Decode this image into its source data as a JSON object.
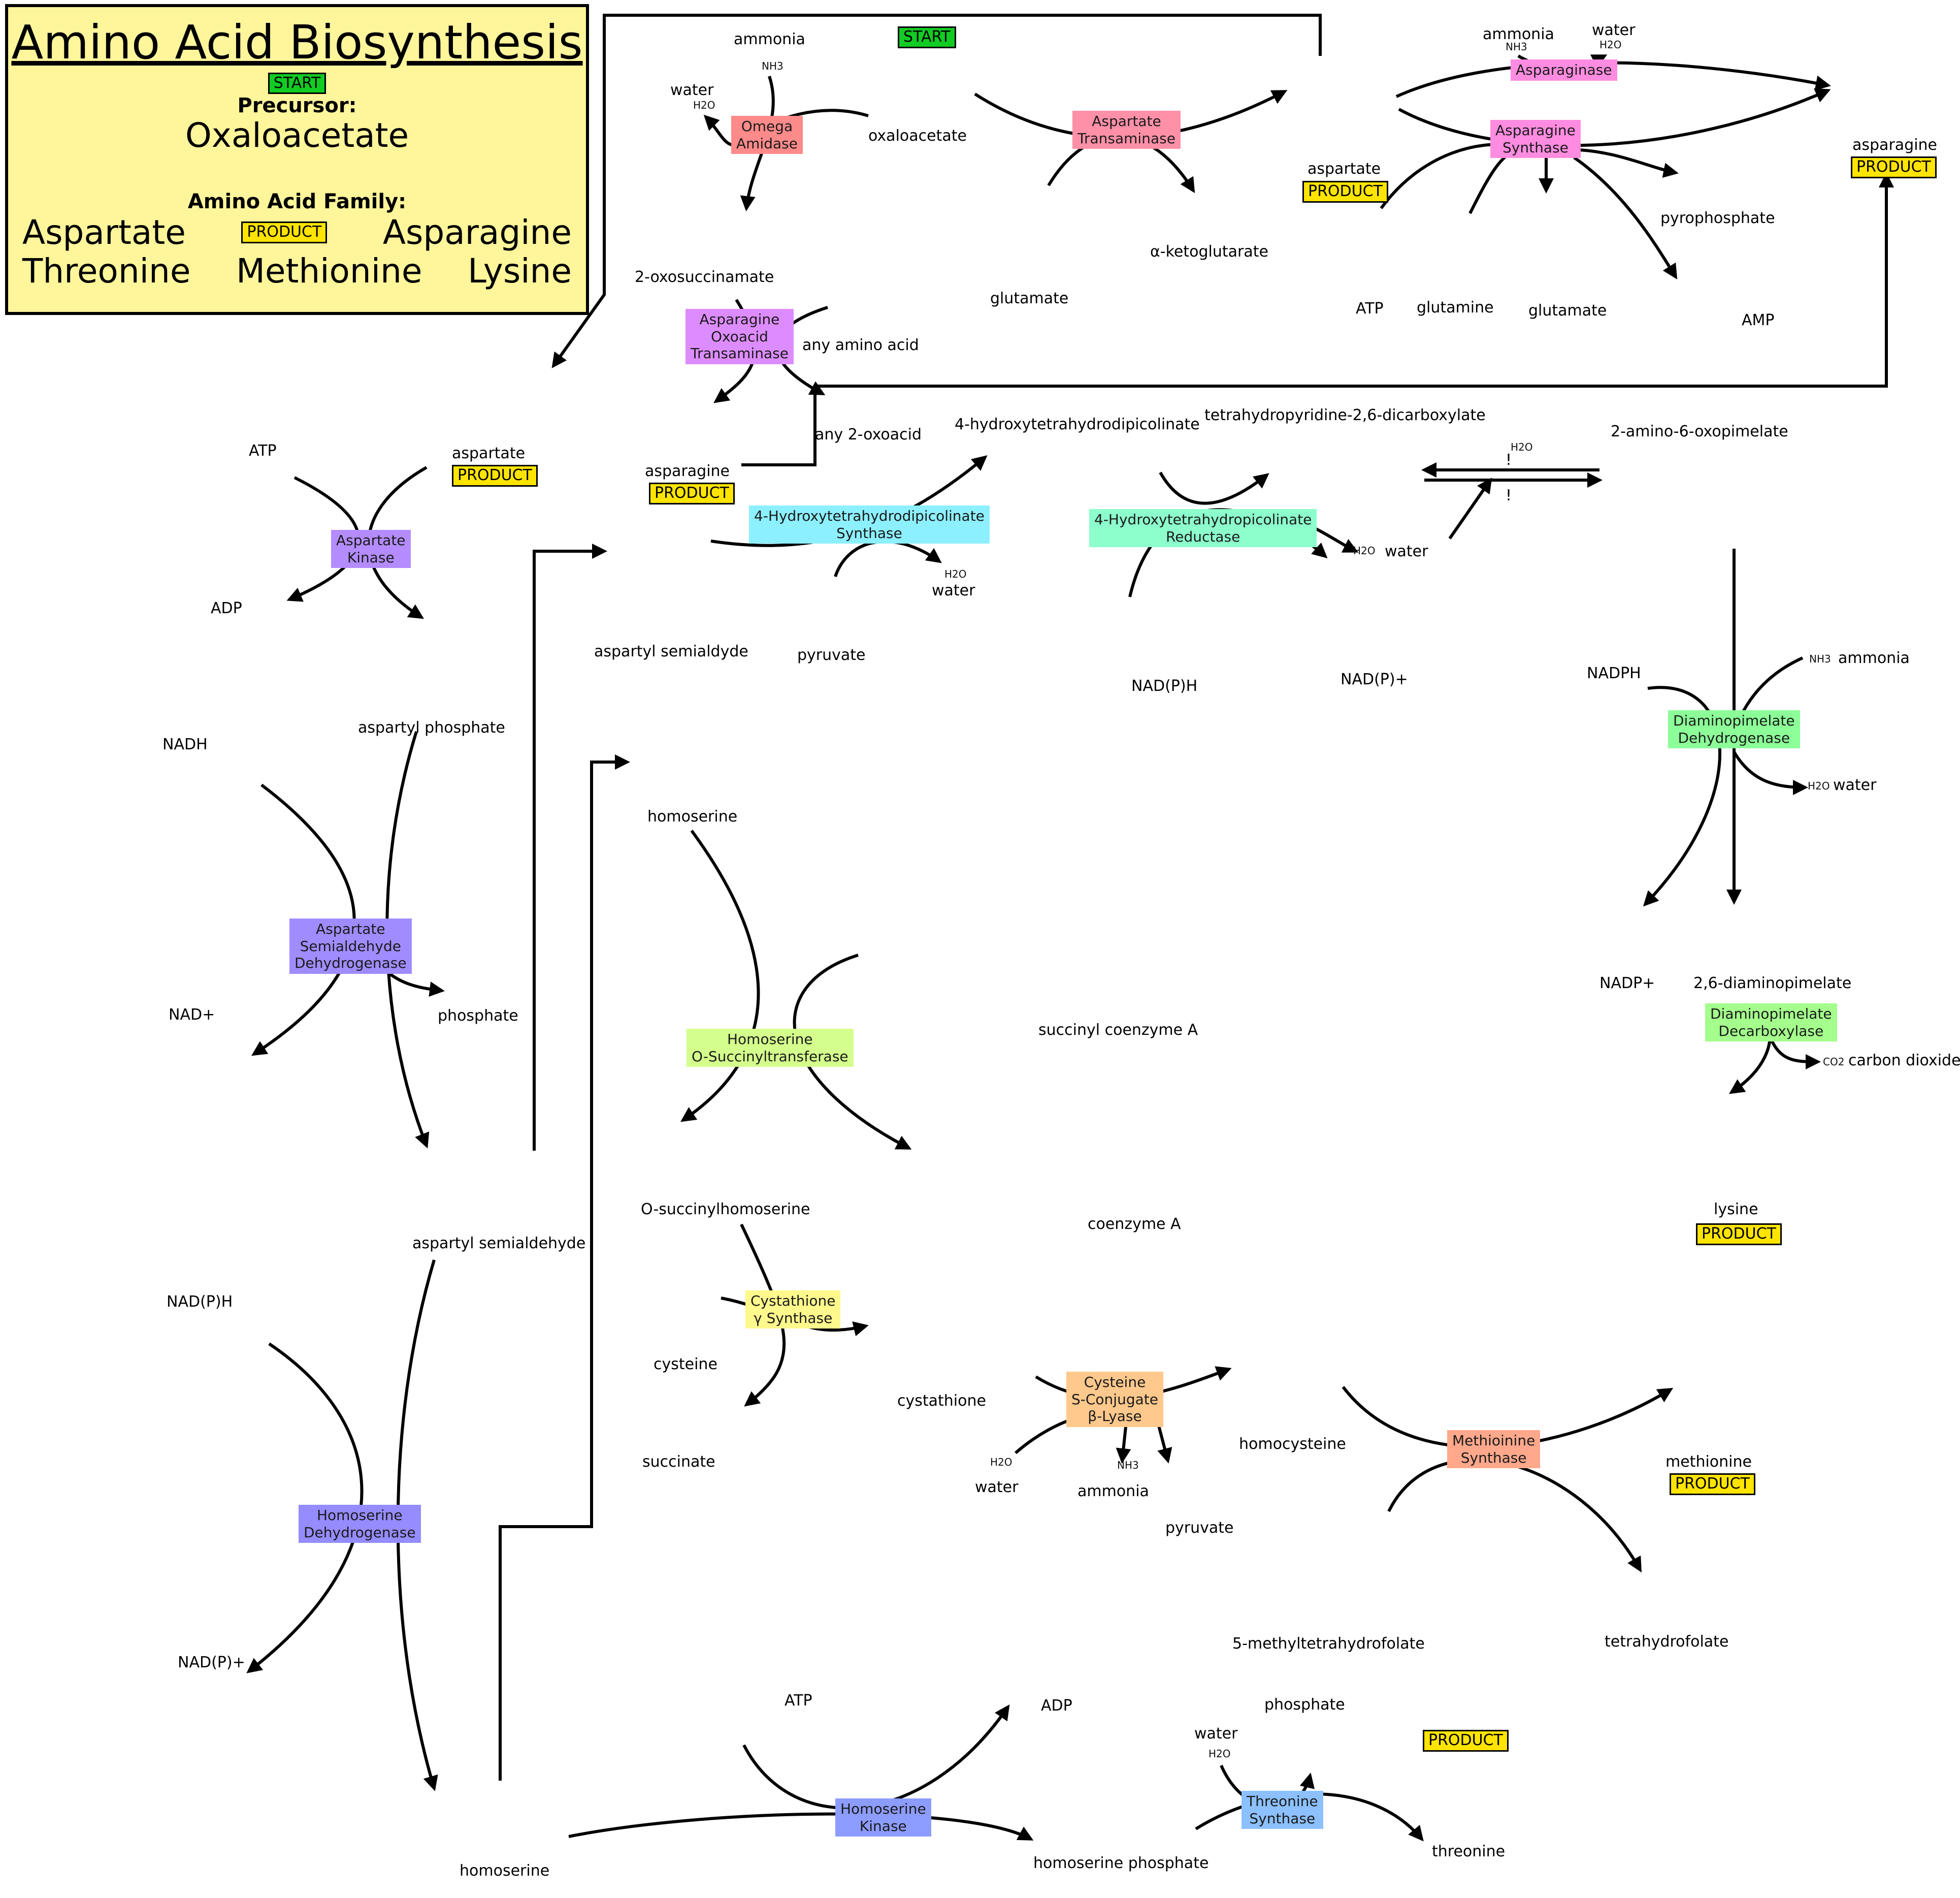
{
  "title_panel": {
    "title": "Amino Acid Biosynthesis",
    "start_badge": "START",
    "precursor_label": "Precursor:",
    "precursor": "Oxaloacetate",
    "family_label": "Amino Acid Family:",
    "family_row1": [
      "Aspartate",
      "Asparagine"
    ],
    "product_badge": "PRODUCT",
    "family_row2": [
      "Threonine",
      "Methionine",
      "Lysine"
    ]
  },
  "badges": {
    "start": "START",
    "product": "PRODUCT"
  },
  "colors": {
    "title_panel_bg": "#fff59b",
    "start_badge": "#11cc22",
    "product_badge": "#ffe400"
  },
  "molecules": {
    "oxaloacetate": "oxaloacetate",
    "ammonia_top": "ammonia",
    "nh3": "NH3",
    "water_top": "water",
    "h2o": "H2O",
    "two_oxosuccinamate": "2-oxosuccinamate",
    "any_amino_acid": "any amino acid",
    "any_2_oxoacid": "any 2-oxoacid",
    "asparagine_mid": "asparagine",
    "glutamate_top": "glutamate",
    "alpha_ketoglutarate": "α-ketoglutarate",
    "aspartate_top": "aspartate",
    "ammonia_asn": "ammonia",
    "water_asn": "water",
    "atp_asn": "ATP",
    "glutamine": "glutamine",
    "glutamate_asn": "glutamate",
    "pyrophosphate": "pyrophosphate",
    "amp": "AMP",
    "asparagine_right": "asparagine",
    "aspartate_left": "aspartate",
    "atp_left": "ATP",
    "adp_left": "ADP",
    "aspartyl_phosphate": "aspartyl phosphate",
    "nadh": "NADH",
    "nad_plus": "NAD+",
    "phosphate_left": "phosphate",
    "aspartyl_semialdehyde": "aspartyl semialdehyde",
    "nadph_left": "NAD(P)H",
    "nadp_plus_left": "NAD(P)+",
    "homoserine_left": "homoserine",
    "aspartyl_semialdyde": "aspartyl semialdyde",
    "pyruvate_mid": "pyruvate",
    "water_mid": "water",
    "hydroxy_thdp": "4-hydroxytetrahydrodipicolinate",
    "thdp": "tetrahydropyridine-2,6-dicarboxylate",
    "water_red": "water",
    "nadph_mid": "NAD(P)H",
    "nadp_plus_mid": "NAD(P)+",
    "amino_oxopimelate": "2-amino-6-oxopimelate",
    "reversible_mark": "!",
    "nadph_right": "NADPH",
    "ammonia_right": "ammonia",
    "water_right": "water",
    "nadp_plus_right": "NADP+",
    "diaminopimelate": "2,6-diaminopimelate",
    "carbon_dioxide": "carbon dioxide",
    "co2": "CO2",
    "lysine": "lysine",
    "homoserine_mid": "homoserine",
    "succinyl_coa": "succinyl coenzyme A",
    "o_succinylhomoserine": "O-succinylhomoserine",
    "coenzyme_a": "coenzyme A",
    "cysteine": "cysteine",
    "succinate": "succinate",
    "cystathione": "cystathione",
    "water_lyase": "water",
    "ammonia_lyase": "ammonia",
    "pyruvate_lyase": "pyruvate",
    "homocysteine": "homocysteine",
    "methionine": "methionine",
    "methyl_thf": "5-methyltetrahydrofolate",
    "thf": "tetrahydrofolate",
    "atp_bottom": "ATP",
    "adp_bottom": "ADP",
    "homoserine_bottom": "homoserine",
    "homoserine_phosphate": "homoserine phosphate",
    "water_thr": "water",
    "phosphate_thr": "phosphate",
    "threonine": "threonine"
  },
  "enzymes": [
    {
      "id": "omega-amidase",
      "label": "Omega\nAmidase",
      "color": "#ff8a8a",
      "curve": "#dd1111"
    },
    {
      "id": "aspartate-transaminase",
      "label": "Aspartate\nTransaminase",
      "color": "#ff90a8",
      "curve": "#d5105e"
    },
    {
      "id": "asparaginase",
      "label": "Asparaginase",
      "color": "#ff8ce0",
      "curve": "#dd22bb"
    },
    {
      "id": "asparagine-synthase",
      "label": "Asparagine\nSynthase",
      "color": "#ff8ce0",
      "curve": "#dd22bb"
    },
    {
      "id": "asparagine-oxoacid-transaminase",
      "label": "Asparagine\nOxoacid\nTransaminase",
      "color": "#dd8cff",
      "curve": "#aa11cc"
    },
    {
      "id": "aspartate-kinase",
      "label": "Aspartate\nKinase",
      "color": "#b48cff",
      "curve": "#6611dd"
    },
    {
      "id": "aspartate-semialdehyde-dehydrogenase",
      "label": "Aspartate\nSemialdehyde\nDehydrogenase",
      "color": "#a08cff",
      "curve": "#4411dd"
    },
    {
      "id": "homoserine-dehydrogenase",
      "label": "Homoserine\nDehydrogenase",
      "color": "#948cff",
      "curve": "#2211dd"
    },
    {
      "id": "hthdp-synthase",
      "label": "4-Hydroxytetrahydrodipicolinate\nSynthase",
      "color": "#8cf0ff",
      "curve": "#11bbcc"
    },
    {
      "id": "hthp-reductase",
      "label": "4-Hydroxytetrahydropicolinate\nReductase",
      "color": "#8cffcc",
      "curve": "#11cc88"
    },
    {
      "id": "dap-dehydrogenase",
      "label": "Diaminopimelate\nDehydrogenase",
      "color": "#8cff98",
      "curve": "#11cc33"
    },
    {
      "id": "dap-decarboxylase",
      "label": "Diaminopimelate\nDecarboxylase",
      "color": "#a4ff8c",
      "curve": "#44cc11"
    },
    {
      "id": "homoserine-o-succinyltransferase",
      "label": "Homoserine\nO-Succinyltransferase",
      "color": "#d4ff8c",
      "curve": "#99cc11"
    },
    {
      "id": "cystathione-gamma-synthase",
      "label": "Cystathione\nγ Synthase",
      "color": "#fff88c",
      "curve": "#ccbb11"
    },
    {
      "id": "cysteine-s-conjugate-beta-lyase",
      "label": "Cysteine\nS-Conjugate\nβ-Lyase",
      "color": "#ffc88c",
      "curve": "#dd8811"
    },
    {
      "id": "methionine-synthase",
      "label": "Methioinine\nSynthase",
      "color": "#ffa88c",
      "curve": "#dd5511"
    },
    {
      "id": "homoserine-kinase",
      "label": "Homoserine\nKinase",
      "color": "#8c9cff",
      "curve": "#1133dd"
    },
    {
      "id": "threonine-synthase",
      "label": "Threonine\nSynthase",
      "color": "#8cc0ff",
      "curve": "#1177dd"
    }
  ]
}
